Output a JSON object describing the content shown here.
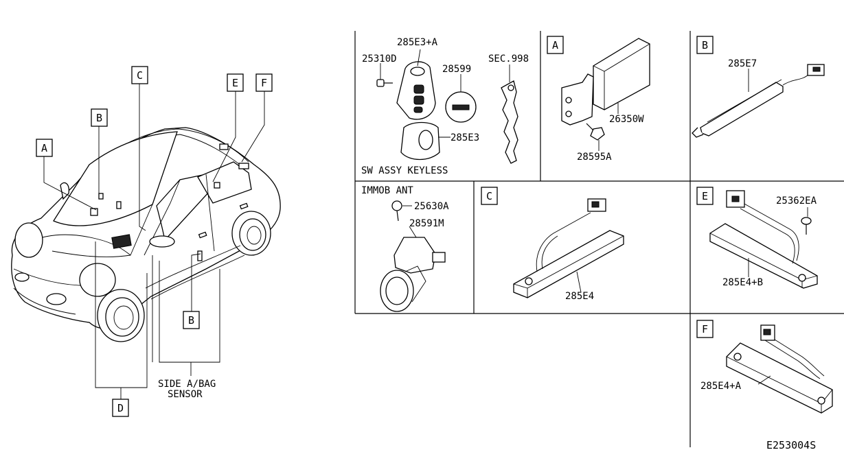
{
  "diagram": {
    "callouts": {
      "A": "A",
      "B": "B",
      "C": "C",
      "D": "D",
      "E": "E",
      "F": "F"
    },
    "car_labels": {
      "side_airbag_line1": "SIDE A/BAG",
      "side_airbag_line2": "SENSOR"
    },
    "panels": {
      "keyless": {
        "title": "SW ASSY KEYLESS",
        "parts": [
          "285E3+A",
          "25310D",
          "28599",
          "SEC.998",
          "285E3"
        ]
      },
      "A": {
        "tag": "A",
        "parts": [
          "26350W",
          "28595A"
        ]
      },
      "B": {
        "tag": "B",
        "parts": [
          "285E7"
        ]
      },
      "immob": {
        "title": "IMMOB ANT",
        "parts": [
          "25630A",
          "28591M"
        ]
      },
      "C": {
        "tag": "C",
        "parts": [
          "285E4"
        ]
      },
      "E": {
        "tag": "E",
        "parts": [
          "25362EA",
          "285E4+B"
        ]
      },
      "F": {
        "tag": "F",
        "parts": [
          "285E4+A"
        ]
      }
    },
    "diagram_code": "E253004S"
  }
}
